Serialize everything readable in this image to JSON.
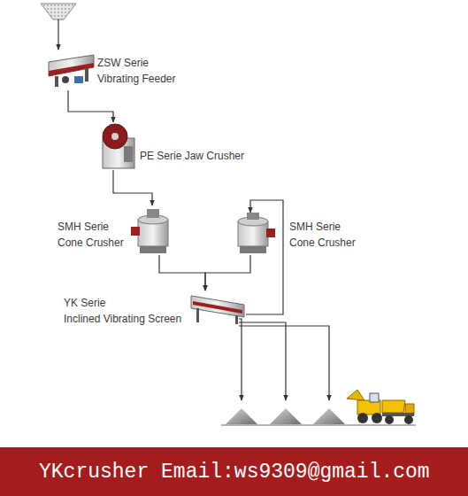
{
  "diagram": {
    "nodes": [
      {
        "text": [
          "ZSW Serie Vibrating Feeder"
        ]
      },
      {
        "text": [
          "PE Serie Jaw Crusher"
        ]
      },
      {
        "text": [
          "SMH Serie Cone Crusher"
        ]
      },
      {
        "text": [
          "SMH Serie Cone Crusher"
        ]
      },
      {
        "text": [
          "YK Serie Inclined Vibrating Screen"
        ]
      },
      {
        "text": [
          "YKcrusher Email:ws9309@gmail.com"
        ]
      }
    ],
    "edges": [
      {
        "from": 0,
        "to": 1,
        "arrow": "to"
      },
      {
        "from": 1,
        "to": 2,
        "arrow": "to"
      },
      {
        "from": 2,
        "to": 4,
        "arrow": "to"
      },
      {
        "from": 3,
        "to": 4,
        "arrow": "to"
      },
      {
        "from": 4,
        "to": 3,
        "arrow": "to"
      }
    ]
  }
}
